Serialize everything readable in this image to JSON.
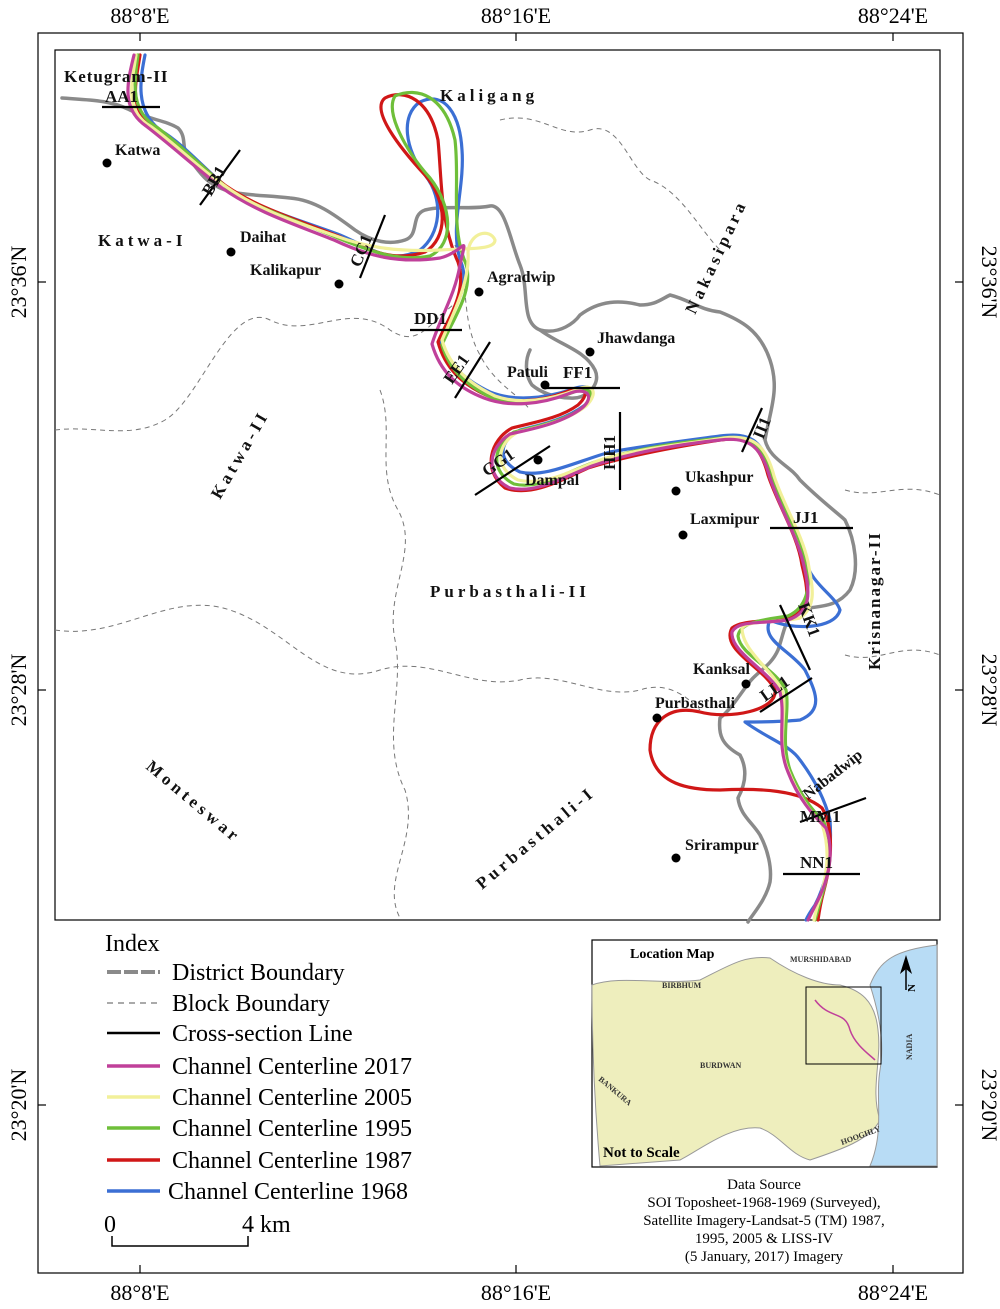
{
  "coordinates": {
    "lon": [
      "88°8'E",
      "88°16'E",
      "88°24'E"
    ],
    "lat": [
      "23°36'N",
      "23°28'N",
      "23°20'N"
    ]
  },
  "blocks": [
    "Ketugram-II",
    "Kaligang",
    "Katwa-I",
    "Nakasipara",
    "Katwa-II",
    "Purbasthali-II",
    "Krisnanagar-II",
    "Monteswar",
    "Purbasthali-I"
  ],
  "places": [
    "Katwa",
    "Daihat",
    "Kalikapur",
    "Agradwip",
    "Jhawdanga",
    "Patuli",
    "Dampal",
    "Ukashpur",
    "Laxmipur",
    "Kanksal",
    "Purbasthali",
    "Srirampur",
    "Nabadwip"
  ],
  "cross_sections": [
    "AA1",
    "BB1",
    "CC1",
    "DD1",
    "EE1",
    "FF1",
    "GG1",
    "HH1",
    "II1",
    "JJ1",
    "KK1",
    "LL1",
    "MM1",
    "NN1"
  ],
  "legend": {
    "title": "Index",
    "items": [
      {
        "label": "District Boundary",
        "color": "#8a8a8a"
      },
      {
        "label": "Block Boundary",
        "color": "#777777"
      },
      {
        "label": "Cross-section Line",
        "color": "#000000"
      },
      {
        "label": "Channel Centerline 2017",
        "color": "#c0409a"
      },
      {
        "label": "Channel Centerline 2005",
        "color": "#f2f09a"
      },
      {
        "label": "Channel Centerline 1995",
        "color": "#6fbf3a"
      },
      {
        "label": "Channel Centerline 1987",
        "color": "#d01717"
      },
      {
        "label": "Channel Centerline 1968",
        "color": "#3b6fd4"
      }
    ]
  },
  "scale": {
    "start": "0",
    "end": "4 km"
  },
  "inset": {
    "title": "Location Map",
    "labels": [
      "BIRBHUM",
      "MURSHIDABAD",
      "BURDWAN",
      "NADIA",
      "BANKURA",
      "HOOGHLY"
    ],
    "scale_note": "Not to Scale",
    "north": "N",
    "district_color": "#eeeebd",
    "nadia_color": "#b8dcf5"
  },
  "data_source": [
    "Data Source",
    "SOI Toposheet-1968-1969 (Surveyed),",
    "Satellite Imagery-Landsat-5 (TM) 1987,",
    "1995, 2005 & LISS-IV",
    "(5 January, 2017) Imagery"
  ]
}
